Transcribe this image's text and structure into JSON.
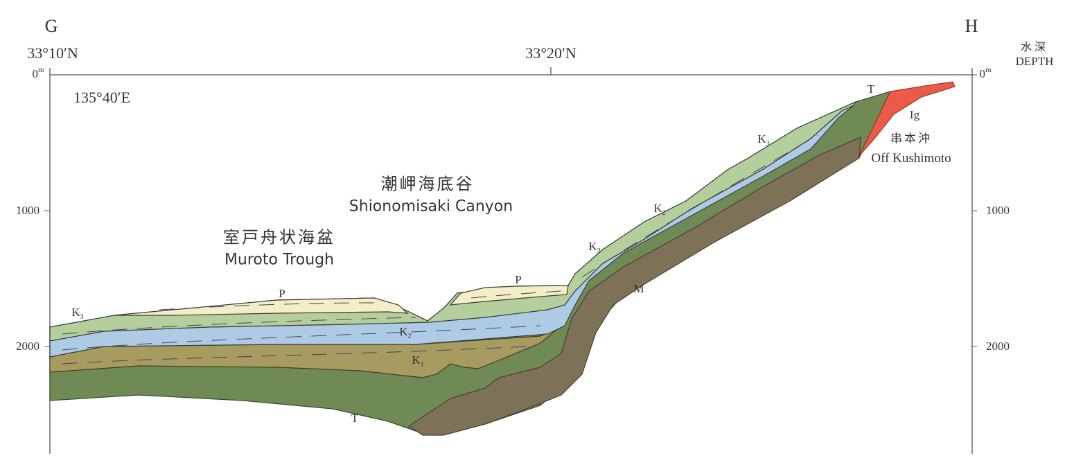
{
  "endpoints": {
    "left": "G",
    "right": "H"
  },
  "latitudes": {
    "left": "33°10′N",
    "middle": "33°20′N"
  },
  "longitude": "135°40′E",
  "depth_axis": {
    "title_jp": "水深",
    "title_en": "DEPTH",
    "unit": "m",
    "ticks": [
      "0",
      "1000",
      "2000"
    ]
  },
  "places": {
    "canyon_jp": "潮岬海底谷",
    "canyon_en": "Shionomisaki Canyon",
    "trough_jp": "室戸舟状海盆",
    "trough_en": "Muroto Trough",
    "kushimoto_jp": "串本沖",
    "kushimoto_en": "Off Kushimoto"
  },
  "units": {
    "K": "K",
    "sub1": "1",
    "sub2": "2",
    "sub3": "3",
    "P": "P",
    "T": "T",
    "M": "M",
    "Ig": "Ig"
  },
  "colors": {
    "P": "#f3eec6",
    "K3": "#b5cf9c",
    "K2": "#aecbe6",
    "K1": "#a79b60",
    "T": "#6f8a55",
    "M": "#7d7158",
    "Ig": "#ec5a4a"
  }
}
